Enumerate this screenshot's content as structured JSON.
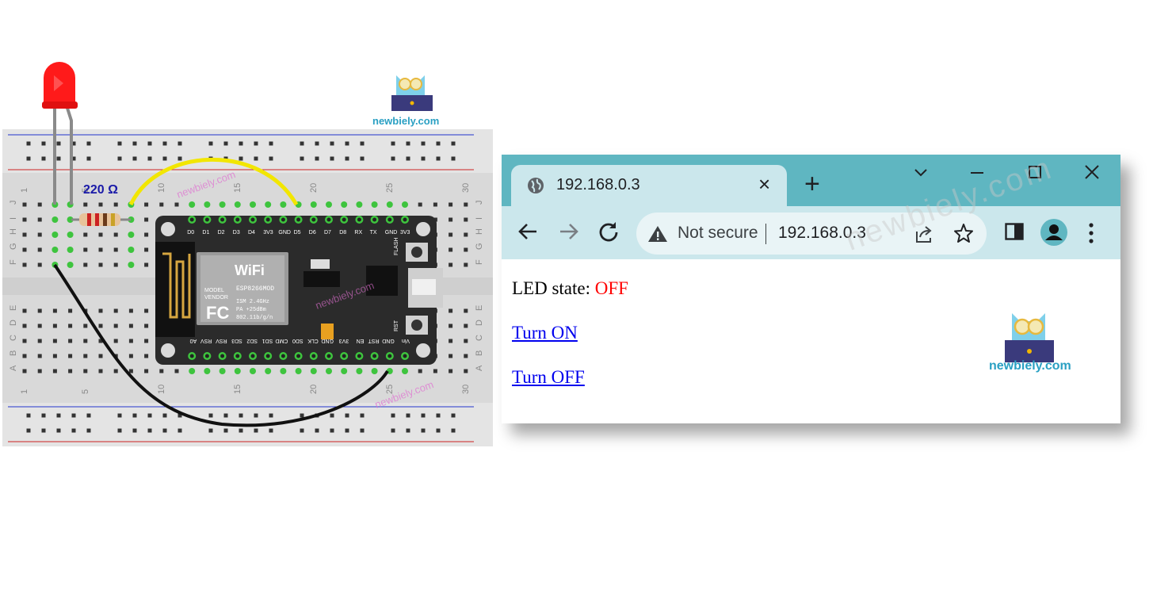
{
  "diagram": {
    "resistor_label": "220 Ω",
    "logo_text": "newbiely.com",
    "watermark": "newbiely.com",
    "pin_labels_top": [
      "D0",
      "D1",
      "D2",
      "D3",
      "D4",
      "3V3",
      "GND",
      "D5",
      "D6",
      "D7",
      "D8",
      "RX",
      "TX",
      "GND",
      "3V3"
    ],
    "pin_labels_bottom": [
      "A0",
      "RSV",
      "RSV",
      "SD3",
      "SD2",
      "SD1",
      "CMD",
      "SD0",
      "CLK",
      "GND",
      "3V3",
      "EN",
      "RST",
      "GND",
      "Vin"
    ],
    "column_numbers": [
      "1",
      "5",
      "10",
      "15",
      "20",
      "25",
      "30"
    ],
    "row_letters_top": [
      "J",
      "I",
      "H",
      "G",
      "F"
    ],
    "row_letters_bottom": [
      "E",
      "D",
      "C",
      "B",
      "A"
    ],
    "chip_text": [
      "WiFi",
      "ESP8266MOD",
      "ISM 2.4GHz",
      "PA +25dBm",
      "802.11b/g/n",
      "MODEL",
      "VENDOR"
    ],
    "board_buttons": [
      "FLASH",
      "RST"
    ],
    "colors": {
      "led": "#ff1a1a",
      "jumper_yellow": "#f2e600",
      "jumper_black": "#111111",
      "board": "#2b2b2b",
      "pin_green": "#3ec43e"
    }
  },
  "browser": {
    "tab_title": "192.168.0.3",
    "tab_close": "×",
    "new_tab": "+",
    "window_controls": {
      "dropdown": "⌄",
      "minimize": "—",
      "maximize": "☐",
      "close": "✕"
    },
    "omnibox": {
      "security_label": "Not secure",
      "url": "192.168.0.3"
    },
    "icons": [
      "back-icon",
      "forward-icon",
      "reload-icon",
      "warning-icon",
      "share-icon",
      "star-icon",
      "side-panel-icon",
      "profile-icon",
      "menu-icon"
    ],
    "page": {
      "led_label": "LED state:",
      "led_value": "OFF",
      "turn_on": "Turn ON",
      "turn_off": "Turn OFF",
      "logo_text": "newbiely.com"
    },
    "watermark": "newbiely.com",
    "colors": {
      "tabstrip": "#5fb6c1",
      "toolbar": "#cbe7ec",
      "led_off": "#ff0000",
      "link": "#0000ee"
    }
  }
}
